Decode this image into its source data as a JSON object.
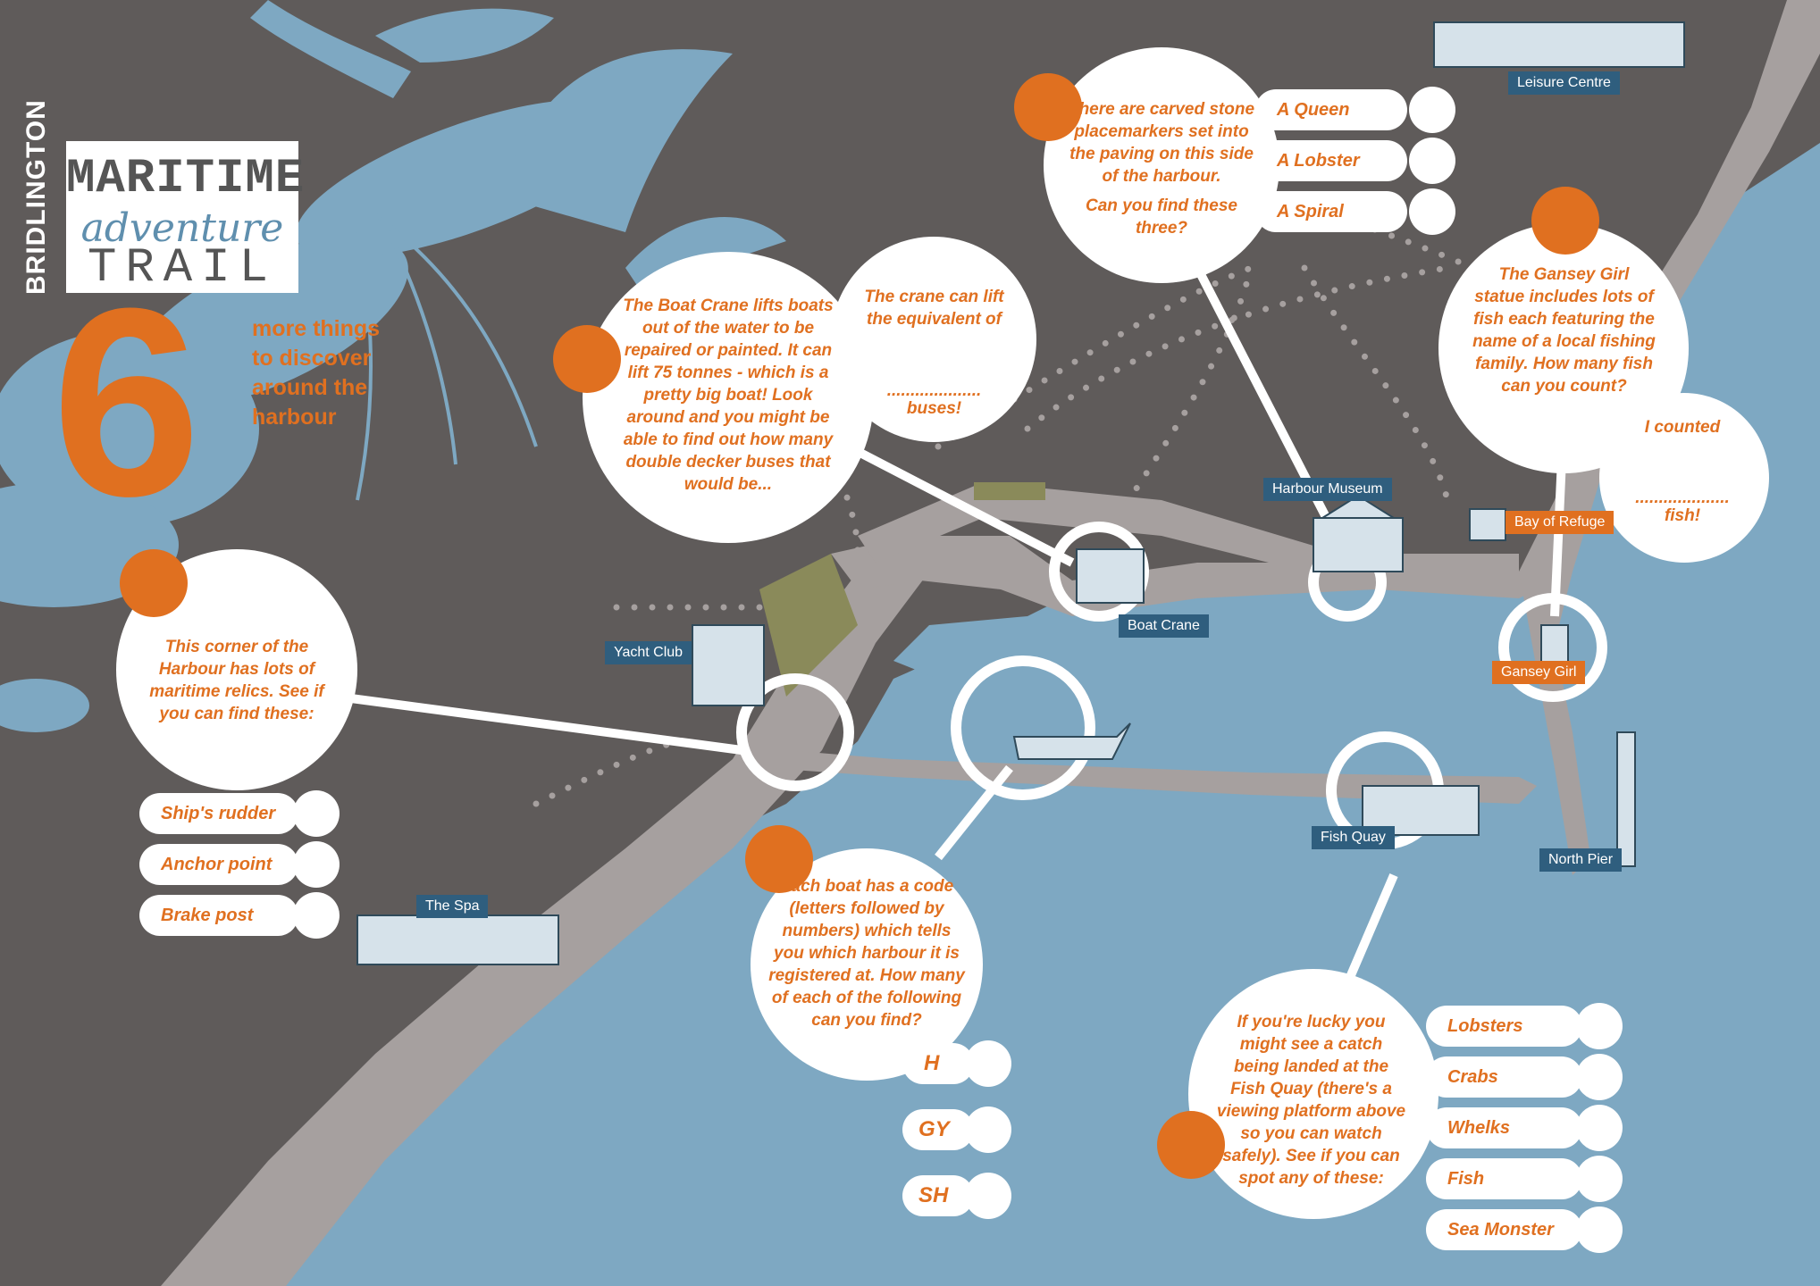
{
  "logo": {
    "side_word": "BRIDLINGTON",
    "line1": "MARITIME",
    "line2": "adventure",
    "line3": "TRAIL"
  },
  "intro": {
    "number": "6",
    "text": "more things to discover around the harbour"
  },
  "colors": {
    "land": "#5f5b5a",
    "water": "#7ea8c2",
    "harbour": "#a6a09f",
    "accent": "#e07020",
    "label_bg": "#2f5e7e",
    "lobster": "#7ea8c2"
  },
  "places": {
    "leisure_centre": "Leisure Centre",
    "harbour_museum": "Harbour Museum",
    "bay_of_refuge": "Bay of Refuge",
    "boat_crane": "Boat Crane",
    "yacht_club": "Yacht Club",
    "gansey_girl": "Gansey Girl",
    "fish_quay": "Fish Quay",
    "north_pier": "North Pier",
    "the_spa": "The Spa"
  },
  "placemarkers": {
    "text": "There are carved stone placemarkers set into the paving on this side of the harbour.",
    "question": "Can you find these three?",
    "items": [
      "A Queen",
      "A Lobster",
      "A Spiral"
    ]
  },
  "crane": {
    "text": "The Boat Crane lifts boats out of the water to be repaired or painted. It can lift 75 tonnes - which is a pretty big boat! Look around and you might be able to find out how many double decker buses that would be...",
    "answer_prefix": "The crane can lift the equivalent of",
    "answer_blank": "....................",
    "answer_suffix": "buses!"
  },
  "gansey": {
    "text": "The Gansey Girl statue includes lots of fish each featuring the name of a local fishing family. How many fish can you count?",
    "answer_prefix": "I counted",
    "answer_blank": "....................",
    "answer_suffix": "fish!"
  },
  "relics": {
    "text": "This corner of the Harbour has lots of maritime relics. See if you can find these:",
    "items": [
      "Ship's rudder",
      "Anchor point",
      "Brake post"
    ]
  },
  "boat_codes": {
    "text": "Each boat has a code (letters followed by numbers) which tells you which harbour it is registered at. How many of each of the following can you find?",
    "items": [
      "H",
      "GY",
      "SH"
    ]
  },
  "catch": {
    "text": "If you're lucky you might see a catch being landed at the Fish Quay (there's a viewing platform above so you can watch safely). See if you can spot any of these:",
    "items": [
      "Lobsters",
      "Crabs",
      "Whelks",
      "Fish",
      "Sea Monster"
    ]
  }
}
